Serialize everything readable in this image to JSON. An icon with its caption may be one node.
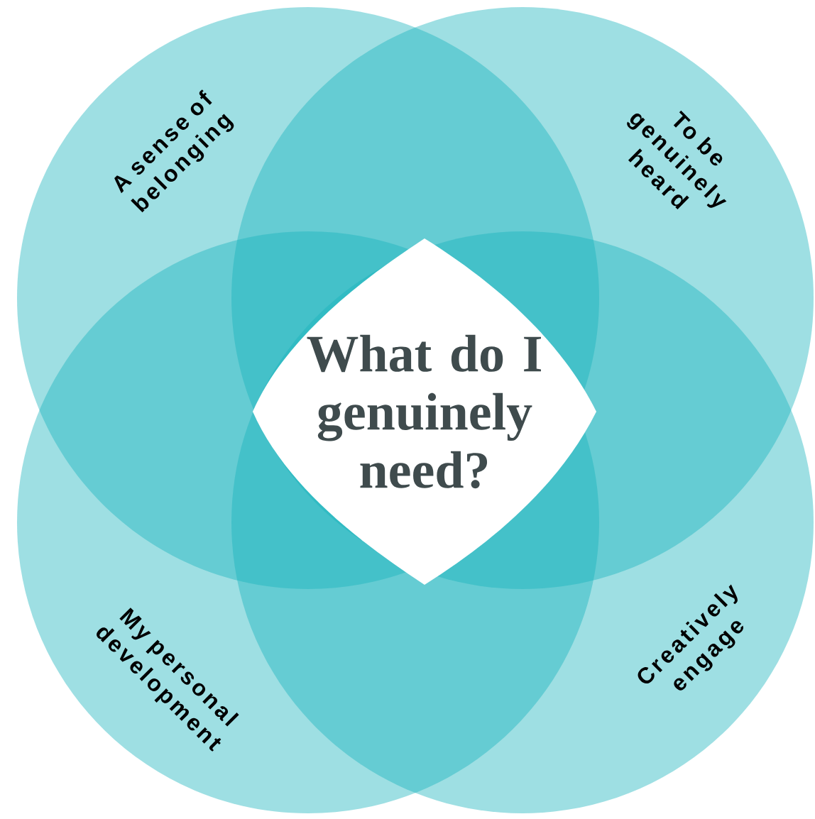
{
  "diagram": {
    "nodes": [
      {
        "text": [
          "A sense of belonging"
        ]
      },
      {
        "text": [
          "To be genuinely heard"
        ]
      },
      {
        "text": [
          "My personal development"
        ]
      },
      {
        "text": [
          "Creatively engage"
        ]
      },
      {
        "text": [
          "What do I genuinely need?"
        ]
      }
    ]
  }
}
